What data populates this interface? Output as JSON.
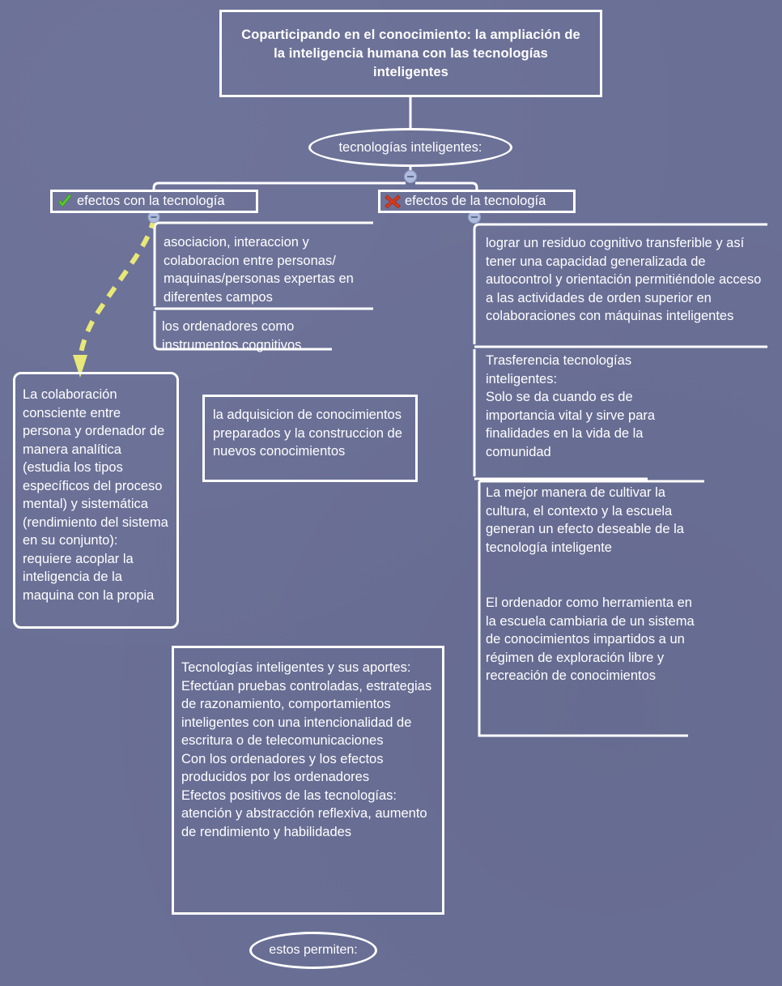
{
  "canvas": {
    "background_color": "#6a6f96",
    "line_color": "#ffffff",
    "arrow_color": "#e8e878",
    "check_color": "#5cd12a",
    "cross_color": "#d83b20",
    "toggle_color": "#aebbdd"
  },
  "root": {
    "label": "Coparticipando en el conocimiento: la ampliación de la inteligencia humana con las tecnologías inteligentes"
  },
  "center_node": {
    "label": "tecnologías inteligentes:"
  },
  "bottom_node": {
    "label": "estos permiten:"
  },
  "branches": [
    {
      "id": "left",
      "icon": "green-check-icon",
      "label": "efectos con la tecnología"
    },
    {
      "id": "right",
      "icon": "red-cross-icon",
      "label": "efectos de la tecnología"
    }
  ],
  "left_branch_items": [
    {
      "id": "asociacion",
      "text": "asociacion, interaccion y colaboracion entre personas/ maquinas/personas expertas en diferentes campos"
    },
    {
      "id": "ordenadores-cognitivos",
      "text": " los ordenadores como instrumentos cognitivos"
    },
    {
      "id": "colaboracion-consciente",
      "text": "La colaboración consciente entre persona y ordenador de manera analítica (estudia los tipos  específicos del proceso mental) y sistemática (rendimiento del sistema en su conjunto): requiere acoplar la inteligencia de la maquina con la propia"
    },
    {
      "id": "adquisicion",
      "text": "la adquisicion de conocimientos preparados y la construccion de nuevos conocimientos"
    },
    {
      "id": "tecnologias-aportes",
      "text": "Tecnologías inteligentes y sus aportes:\nEfectúan pruebas controladas, estrategias de razonamiento, comportamientos inteligentes con una intencionalidad de escritura o de telecomunicaciones\n Con los ordenadores y los efectos producidos por los ordenadores\n Efectos positivos de las tecnologías: atención y abstracción reflexiva, aumento de rendimiento y habilidades"
    }
  ],
  "right_branch_items": [
    {
      "id": "residuo-cognitivo",
      "text": "lograr un residuo cognitivo  transferible y así tener una capacidad generalizada de autocontrol y orientación permitiéndole acceso a las actividades de orden superior en colaboraciones con máquinas inteligentes"
    },
    {
      "id": "trasferencia",
      "text": "Trasferencia tecnologías inteligentes:\n Solo se da cuando es de importancia vital y sirve para finalidades en la vida de la comunidad"
    },
    {
      "id": "mejor-manera",
      "text": "La mejor manera de cultivar la  cultura, el contexto y la escuela generan un efecto  deseable de  la tecnología inteligente"
    },
    {
      "id": "ordenador-escuela",
      "text": " El ordenador como herramienta en la escuela cambiaria de un sistema de conocimientos impartidos a un régimen de exploración libre y recreación de conocimientos"
    }
  ]
}
